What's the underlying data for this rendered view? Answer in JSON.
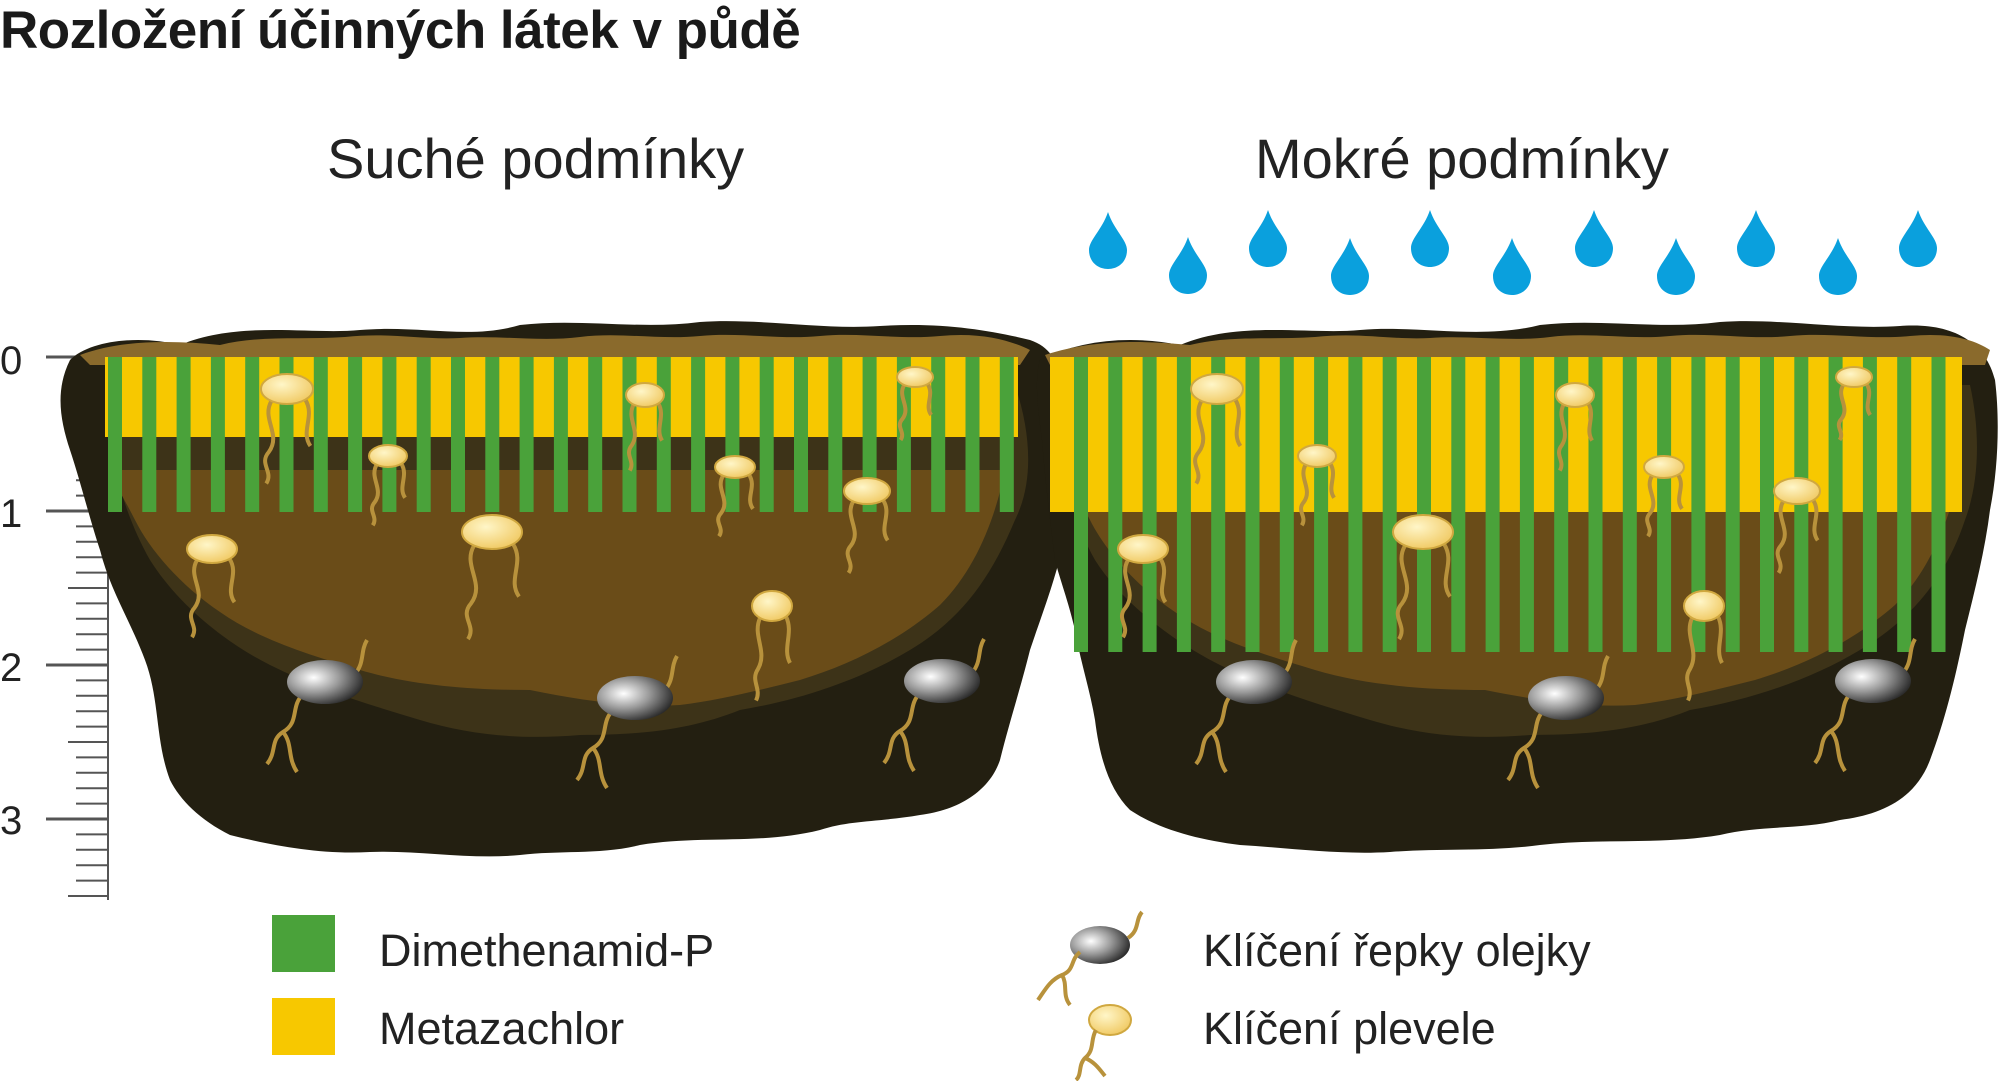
{
  "title": "Rozložení účinných látek v půdě",
  "panels": {
    "dry": {
      "title": "Suché podmínky"
    },
    "wet": {
      "title": "Mokré podmínky"
    }
  },
  "depth_scale": {
    "labels": [
      "0",
      "1",
      "2",
      "3"
    ]
  },
  "legend": {
    "dimethenamid": {
      "label": "Dimethenamid-P",
      "color": "#4aa23a"
    },
    "metazachlor": {
      "label": "Metazachlor",
      "color": "#f7c800"
    },
    "rapeseed": {
      "label": "Klíčení řepky olejky"
    },
    "weed": {
      "label": "Klíčení plevele"
    }
  },
  "colors": {
    "soil_dark": "#231f11",
    "soil_mid": "#3d3318",
    "soil_brown": "#6a4c18",
    "soil_top": "#8a6a2c",
    "water_drop": "#0aa0dd",
    "weed_seed": "#f7e08a",
    "root": "#b8923c"
  }
}
